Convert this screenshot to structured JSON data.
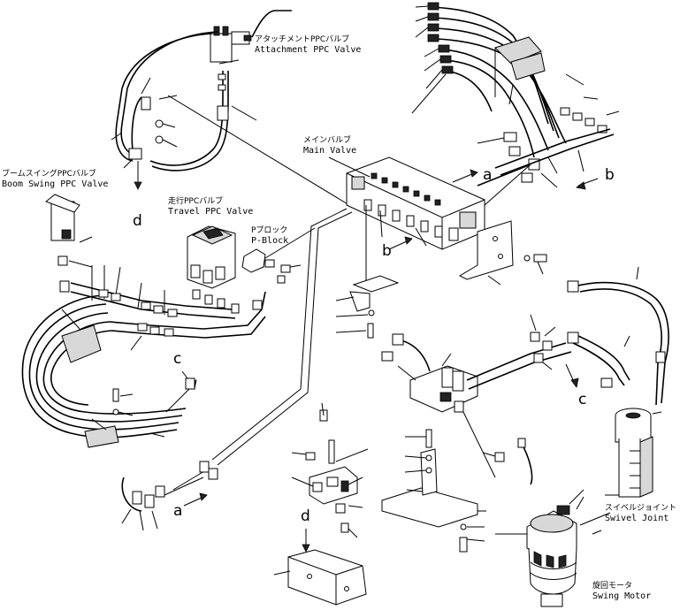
{
  "labels": {
    "attachment_ppc_valve": {
      "jp": "アタッチメントPPCバルブ",
      "en": "Attachment PPC Valve"
    },
    "main_valve": {
      "jp": "メインバルブ",
      "en": "Main Valve"
    },
    "boom_swing_ppc_valve": {
      "jp": "ブームスイングPPCバルブ",
      "en": "Boom Swing PPC Valve"
    },
    "travel_ppc_valve": {
      "jp": "走行PPCバルブ",
      "en": "Travel PPC Valve"
    },
    "p_block": {
      "jp": "Pブロック",
      "en": "P-Block"
    },
    "swivel_joint": {
      "jp": "スイベルジョイント",
      "en": "Swivel Joint"
    },
    "swing_motor": {
      "jp": "旋回モータ",
      "en": "Swing Motor"
    }
  },
  "connection_letters": {
    "a_main": "a",
    "a_bottom": "a",
    "b_right": "b",
    "b_main": "b",
    "c_left": "c",
    "c_right": "c",
    "d_left": "d",
    "d_bottom": "d"
  }
}
